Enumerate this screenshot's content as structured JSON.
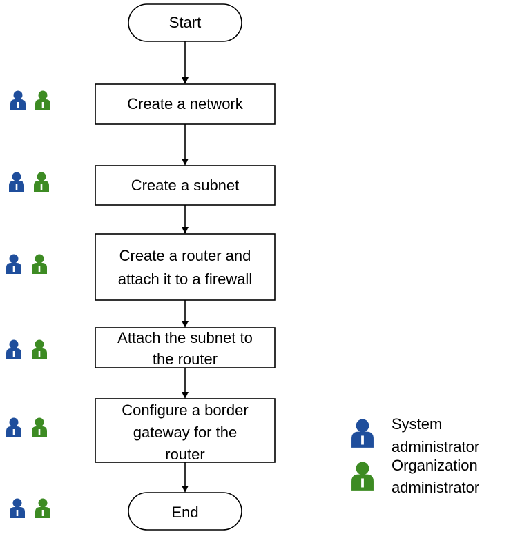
{
  "flow": {
    "start": "Start",
    "step1": "Create a network",
    "step2": "Create a subnet",
    "step3_line1": "Create a router and",
    "step3_line2": "attach it to a firewall",
    "step4_line1": "Attach the subnet to",
    "step4_line2": "the router",
    "step5_line1": "Configure a border",
    "step5_line2": "gateway for the",
    "step5_line3": "router",
    "end": "End"
  },
  "legend": {
    "system_line1": "System",
    "system_line2": "administrator",
    "org_line1": "Organization",
    "org_line2": "administrator"
  },
  "colors": {
    "system_admin": "#1f4e9c",
    "org_admin": "#3d8b23"
  },
  "icons": {
    "system_admin": "person-icon",
    "org_admin": "person-icon"
  }
}
